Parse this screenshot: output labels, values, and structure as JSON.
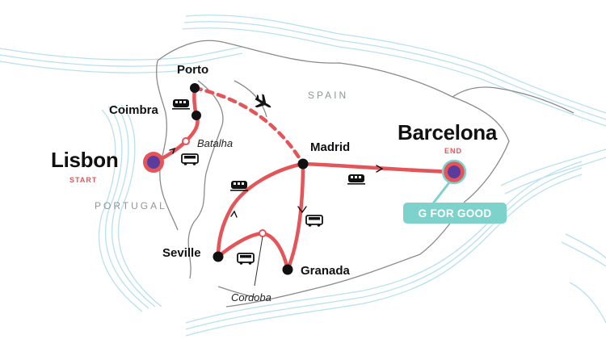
{
  "countries": {
    "spain": "SPAIN",
    "portugal": "PORTUGAL"
  },
  "start": {
    "city": "Lisbon",
    "tag": "START"
  },
  "end": {
    "city": "Barcelona",
    "tag": "END"
  },
  "cities": {
    "porto": "Porto",
    "coimbra": "Coimbra",
    "madrid": "Madrid",
    "seville": "Seville",
    "granada": "Granada"
  },
  "stops": {
    "batalha": "Batalha",
    "cordoba": "Cordoba"
  },
  "badge": {
    "label": "G FOR GOOD"
  },
  "transport_icons": [
    "train-icon",
    "bus-icon",
    "plane-icon"
  ],
  "colors": {
    "route": "#e4555a",
    "flight": "#e4555a",
    "node": "#111111",
    "endpoint_fill": "#5a3c9e",
    "endpoint_ring": "#e4555a",
    "badge": "#7dd3cb",
    "coast": "#b8e0ee",
    "land_border": "#8a8a8a"
  }
}
